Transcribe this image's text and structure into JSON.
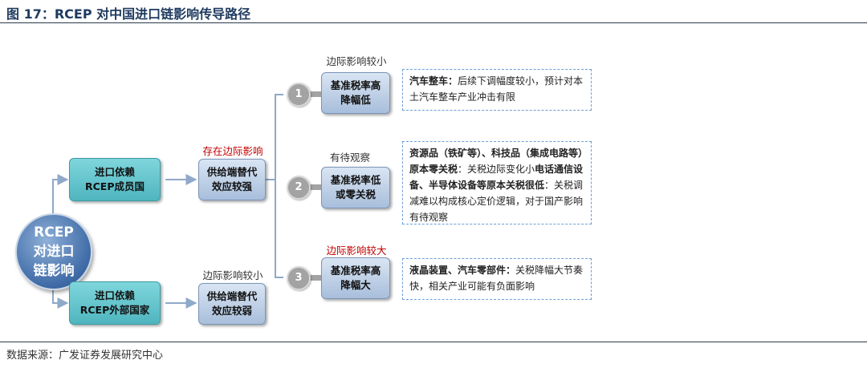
{
  "figure": {
    "title": "图 17：RCEP 对中国进口链影响传导路径",
    "source": "数据来源：广发证券发展研究中心"
  },
  "center": {
    "line1": "RCEP",
    "line2": "对进口",
    "line3": "链影响"
  },
  "import_members": {
    "line1": "进口依赖",
    "line2": "RCEP成员国"
  },
  "import_outside": {
    "line1": "进口依赖",
    "line2": "RCEP外部国家"
  },
  "supply_strong": {
    "line1": "供给端替代",
    "line2": "效应较强",
    "label": "存在边际影响"
  },
  "supply_weak": {
    "line1": "供给端替代",
    "line2": "效应较弱",
    "label": "边际影响较小"
  },
  "paths": [
    {
      "number": "1",
      "label": "边际影响较小",
      "box_line1": "基准税率高",
      "box_line2": "降幅低",
      "bold": "汽车整车：",
      "text": "后续下调幅度较小，预计对本土汽车整车产业冲击有限"
    },
    {
      "number": "2",
      "label": "有待观察",
      "box_line1": "基准税率低",
      "box_line2": "或零关税",
      "bold1": "资源品（铁矿等）、科技品（集成电路等）原本零关税",
      "text1": "：关税边际变化小",
      "bold2": "电话通信设备、半导体设备等原本关税很低",
      "text2": "：关税调减难以构成核心定价逻辑，对于国产影响有待观察"
    },
    {
      "number": "3",
      "label": "边际影响较大",
      "box_line1": "基准税率高",
      "box_line2": "降幅大",
      "bold": "液晶装置、汽车零部件：",
      "text": "关税降幅大节奏快，相关产业可能有负面影响"
    }
  ],
  "colors": {
    "teal": "#4fb5bf",
    "blue": "#a8bedb",
    "red": "#c00000",
    "line": "#8fa9c9",
    "title": "#1f3a5f"
  }
}
